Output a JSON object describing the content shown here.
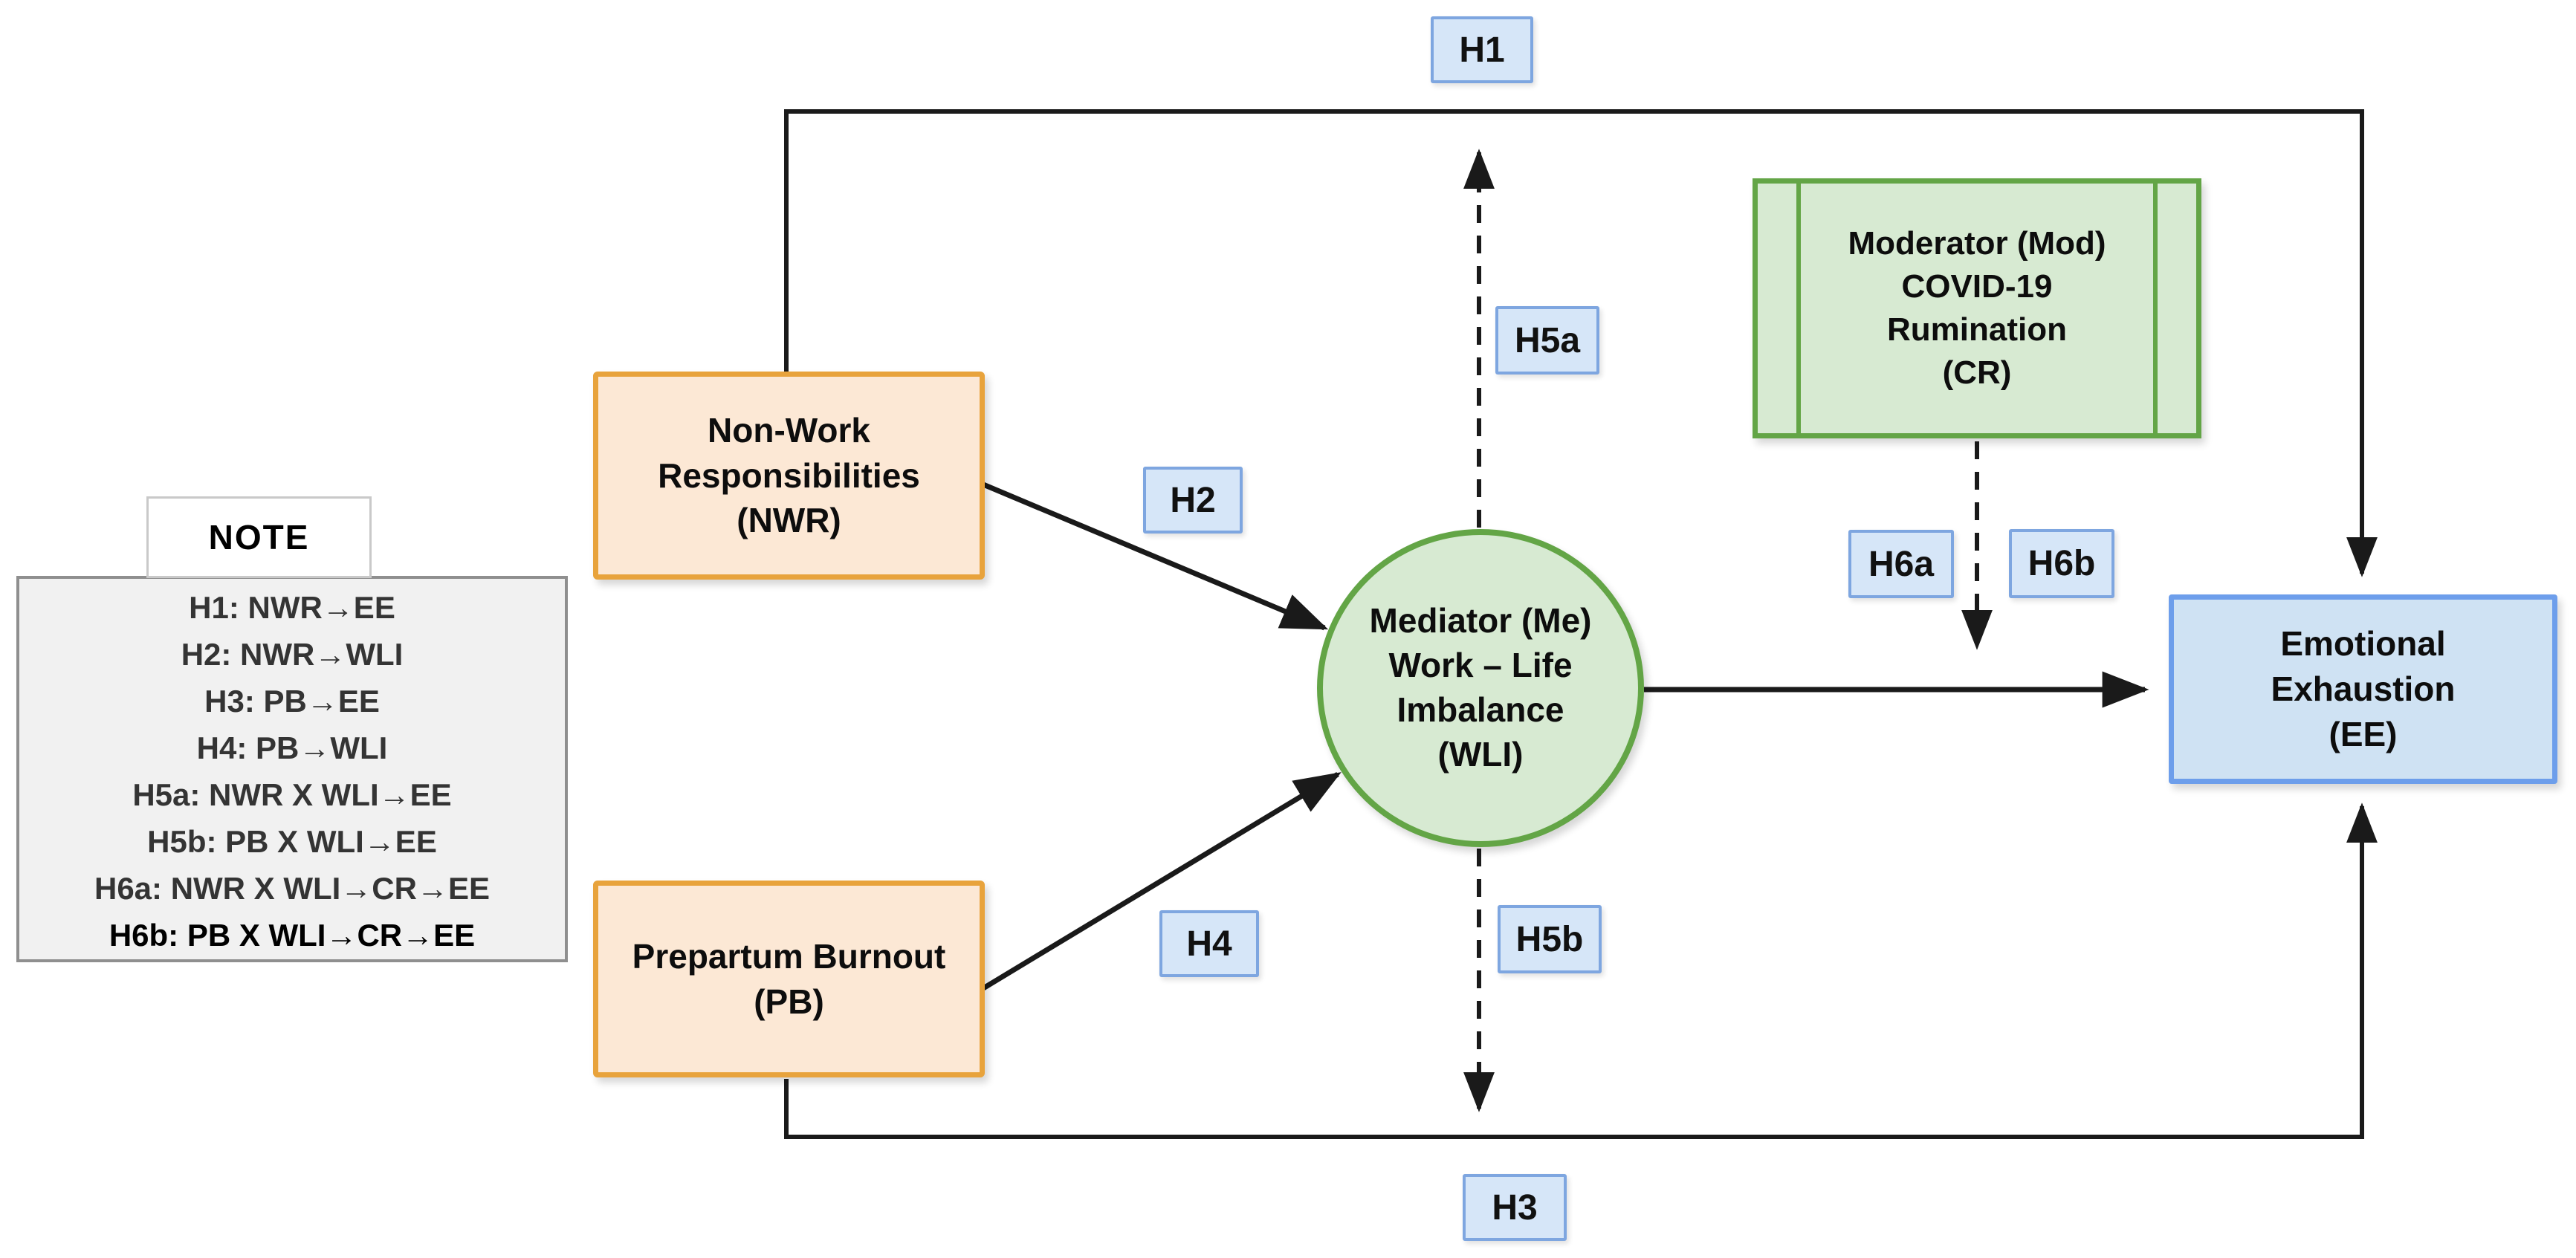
{
  "figure": {
    "description_title": "Conceptual moderated-mediation research model"
  },
  "colors": {
    "line": "#1a1a1a",
    "orange-border": "#E8A33C",
    "orange-fill": "#FCE8D5",
    "green-border": "#63A546",
    "green-fill": "#D7EAD2",
    "blue-border": "#6D9EEB",
    "blue-fill": "#CFE2F3",
    "chip-border": "#7EA6E0",
    "chip-fill": "#D6E6F8",
    "note-border": "#8f8f8f",
    "note-fill": "#f1f1f1",
    "note-title-border": "#c9c9c9",
    "note-title-fill": "#ffffff"
  },
  "nodes": {
    "nwr": {
      "label": "Non-Work\nResponsibilities\n(NWR)"
    },
    "pb": {
      "label": "Prepartum Burnout\n(PB)"
    },
    "wli": {
      "label": "Mediator (Me)\nWork – Life\nImbalance\n(WLI)"
    },
    "cr": {
      "label": "Moderator (Mod)\nCOVID-19\nRumination\n(CR)"
    },
    "ee": {
      "label": "Emotional\nExhaustion\n(EE)"
    }
  },
  "hypotheses": {
    "h1": "H1",
    "h2": "H2",
    "h3": "H3",
    "h4": "H4",
    "h5a": "H5a",
    "h5b": "H5b",
    "h6a": "H6a",
    "h6b": "H6b"
  },
  "note": {
    "title": "NOTE",
    "lines": [
      "H1: NWR→EE",
      "H2: NWR→WLI",
      "H3: PB→EE",
      "H4: PB→WLI",
      "H5a: NWR X WLI→EE",
      "H5b: PB X WLI→EE",
      "H6a: NWR X WLI→CR→EE",
      "H6b: PB X WLI→CR→EE"
    ]
  }
}
